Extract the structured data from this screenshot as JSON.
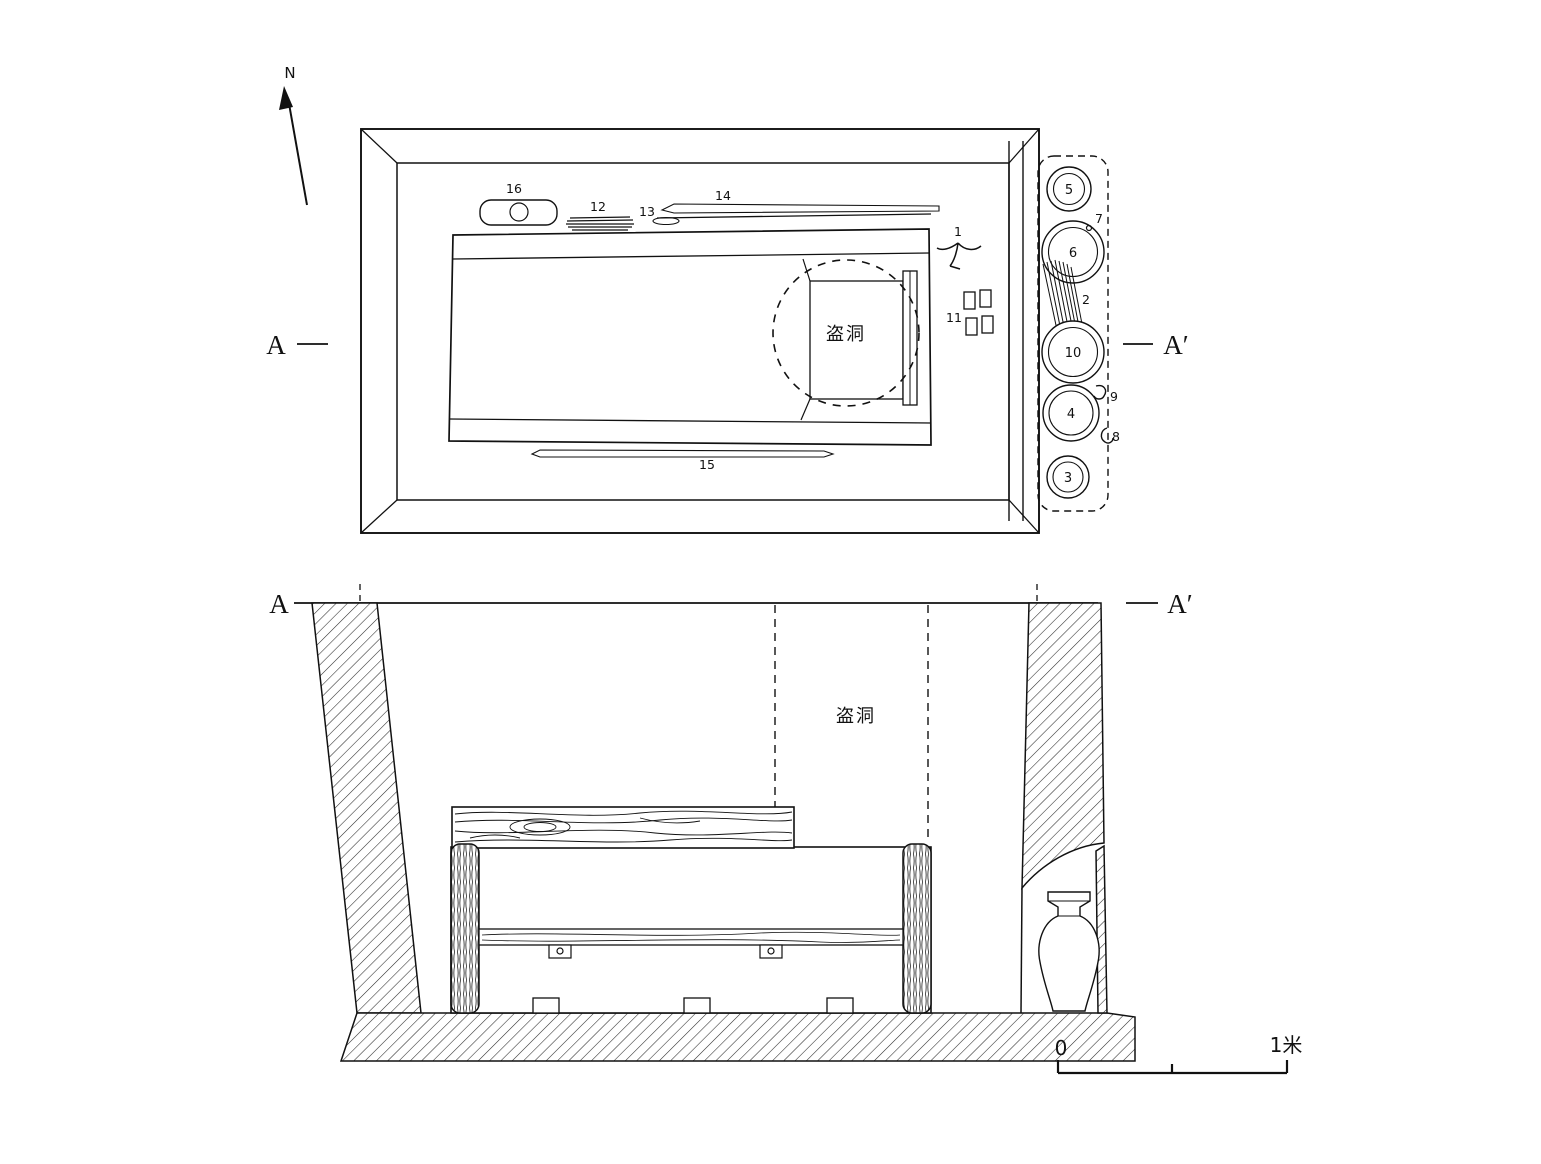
{
  "plan": {
    "north_label": "N",
    "marker_left": "A",
    "marker_right": "A′",
    "robber_hole_label": "盗洞",
    "artifacts": {
      "a1": "1",
      "a2": "2",
      "a3": "3",
      "a4": "4",
      "a5": "5",
      "a6": "6",
      "a7": "7",
      "a8": "8",
      "a9": "9",
      "a10": "10",
      "a11": "11",
      "a12": "12",
      "a13": "13",
      "a14": "14",
      "a15": "15",
      "a16": "16"
    }
  },
  "section": {
    "marker_left": "A",
    "marker_right": "A′",
    "robber_hole_label": "盗洞",
    "scale": {
      "zero": "0",
      "one_meter": "1米"
    }
  }
}
